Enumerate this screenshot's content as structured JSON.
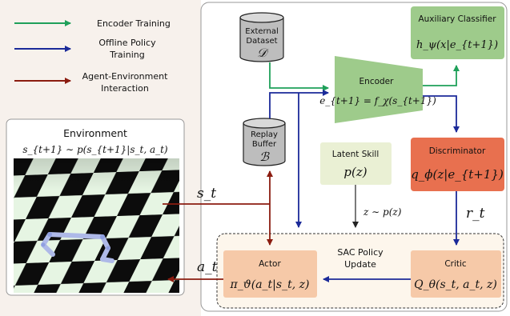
{
  "legend": {
    "encoder_training": "Encoder Training",
    "offline_policy_1": "Offline Policy",
    "offline_policy_2": "Training",
    "agent_env_1": "Agent-Environment",
    "agent_env_2": "Interaction",
    "colors": {
      "green": "#1fa05a",
      "blue": "#1b2a99",
      "red": "#8b1c10"
    }
  },
  "external_dataset": {
    "line1": "External",
    "line2": "Dataset",
    "symbol": "𝒟"
  },
  "replay_buffer": {
    "line1": "Replay",
    "line2": "Buffer",
    "symbol": "ℬ"
  },
  "encoder": {
    "title": "Encoder",
    "formula": "e_{t+1} = f_χ(s_{t+1})"
  },
  "auxiliary_classifier": {
    "title": "Auxiliary Classifier",
    "formula": "h_ψ(x|e_{t+1})"
  },
  "discriminator": {
    "title": "Discriminator",
    "formula": "q_ϕ(z|e_{t+1})"
  },
  "latent_skill": {
    "title": "Latent Skill",
    "formula": "p(z)"
  },
  "sample_label": "z ∼ p(z)",
  "reward_label": "r_t",
  "state_label": "s_t",
  "action_label": "a_t",
  "sac": {
    "line1": "SAC Policy",
    "line2": "Update"
  },
  "actor": {
    "title": "Actor",
    "formula": "π_ϑ(a_t|s_t, z)"
  },
  "critic": {
    "title": "Critic",
    "formula": "Q_θ(s_t, a_t, z)"
  },
  "environment": {
    "title": "Environment",
    "formula": "s_{t+1} ∼ p(s_{t+1}|s_t, a_t)"
  }
}
